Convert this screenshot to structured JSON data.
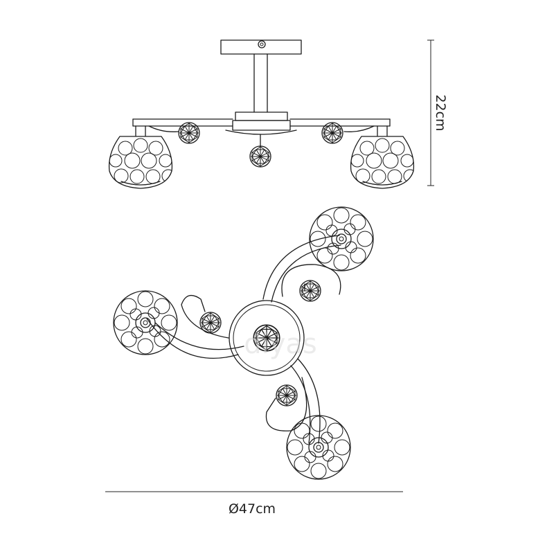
{
  "dimensions": {
    "height_label": "22cm",
    "diameter_label": "Ø47cm"
  },
  "watermark": "diyas",
  "colors": {
    "line": "#1a1a1a",
    "background": "#ffffff"
  }
}
